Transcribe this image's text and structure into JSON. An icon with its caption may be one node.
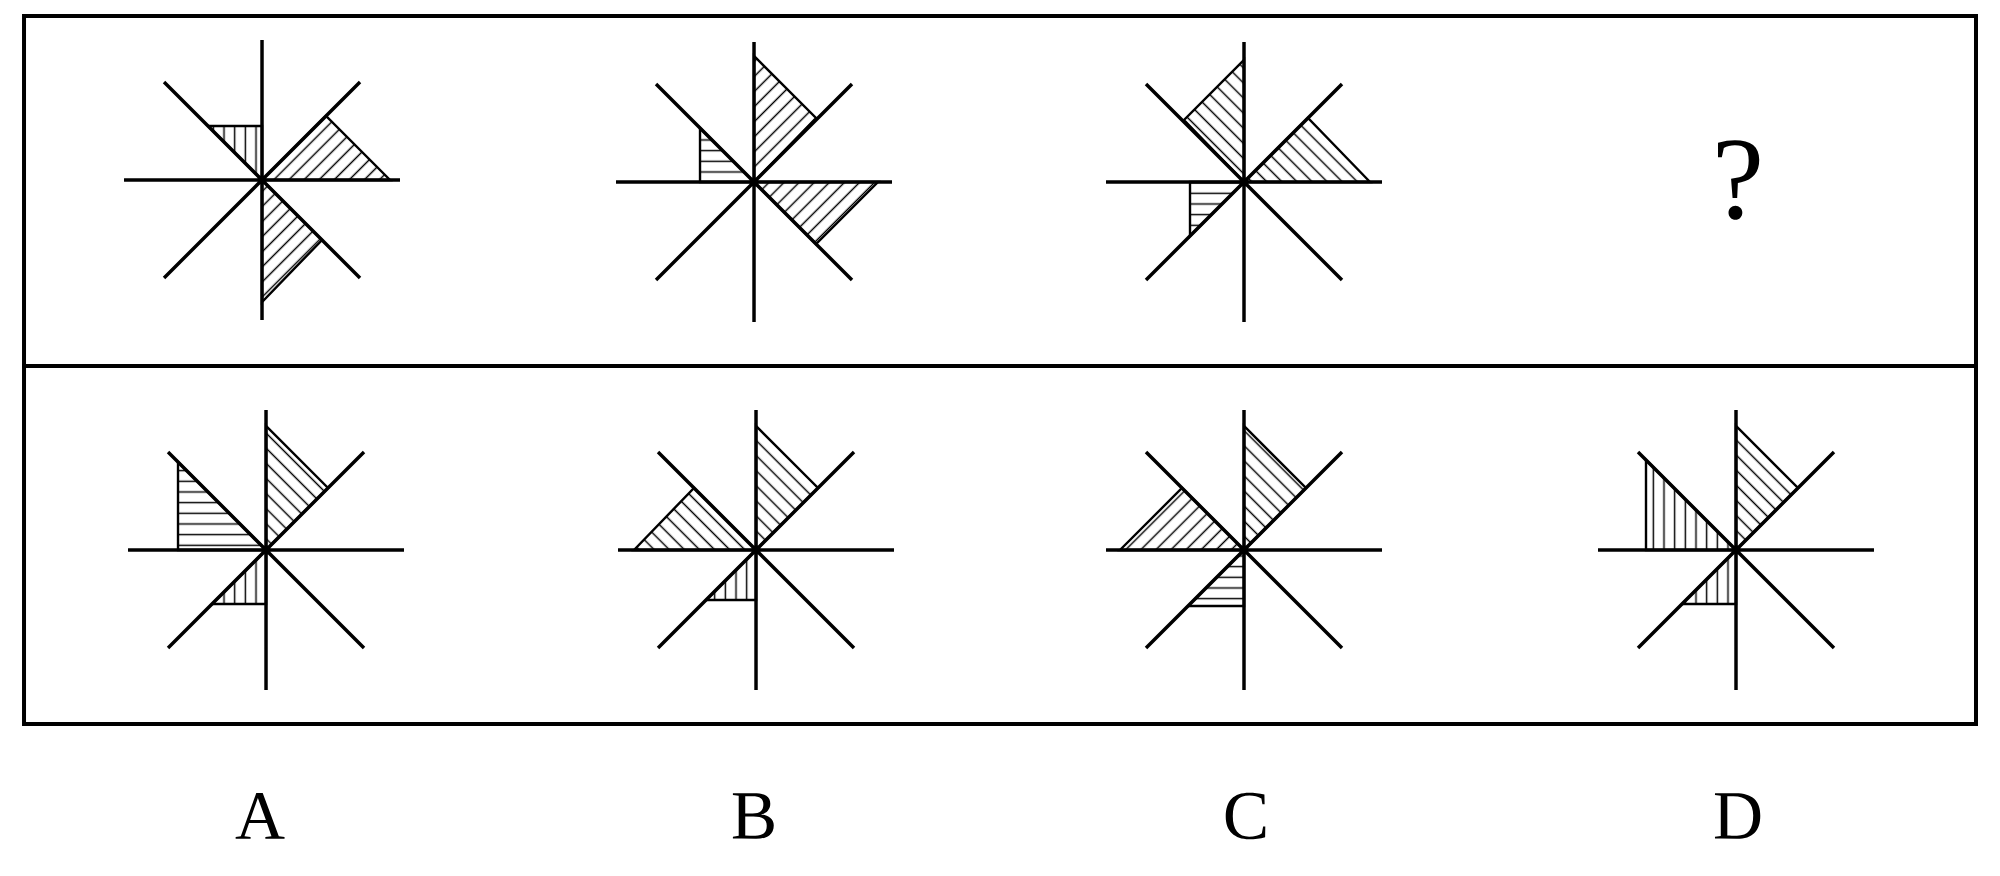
{
  "diagram": {
    "labels": [
      "?",
      "A",
      "B",
      "C",
      "D"
    ]
  }
}
